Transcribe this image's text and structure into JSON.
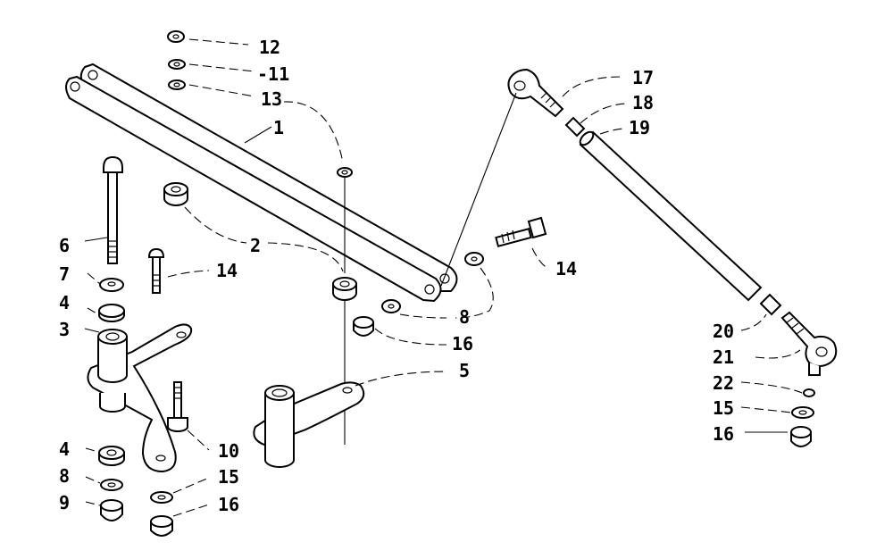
{
  "labels": {
    "l1": "1",
    "l2": "2",
    "l3": "3",
    "l4a": "4",
    "l4b": "4",
    "l5": "5",
    "l6": "6",
    "l7": "7",
    "l8a": "8",
    "l8b": "8",
    "l9": "9",
    "l10": "10",
    "l11": "-11",
    "l12": "12",
    "l13": "13",
    "l14a": "14",
    "l14b": "14",
    "l15a": "15",
    "l15b": "15",
    "l16a": "16",
    "l16b": "16",
    "l17": "17",
    "l18": "18",
    "l19": "19",
    "l20": "20",
    "l21": "21",
    "l22": "22"
  }
}
